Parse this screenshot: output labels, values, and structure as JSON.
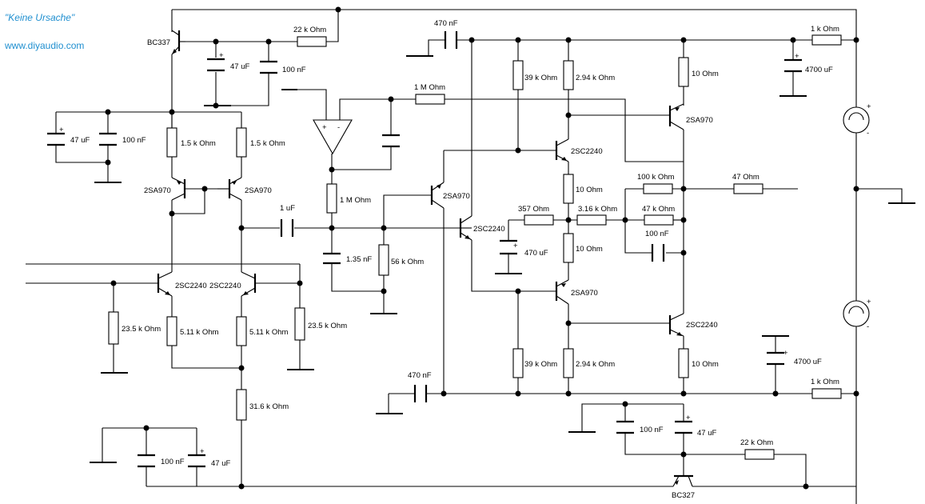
{
  "header": {
    "title": "\"Keine Ursache\"",
    "url": "www.diyaudio.com"
  },
  "labels": {
    "q_bc337": "BC337",
    "r_22k_top": "22 k Ohm",
    "c_47uf_top": "47 uF",
    "c_100nf_top": "100 nF",
    "c_47uf_left": "47 uF",
    "c_100nf_left": "100 nF",
    "r_1k5_a": "1.5 k Ohm",
    "r_1k5_b": "1.5 k Ohm",
    "q_2sa970_a": "2SA970",
    "q_2sa970_b": "2SA970",
    "c_1uf": "1 uF",
    "q_2sc2240_a": "2SC2240",
    "q_2sc2240_b": "2SC2240",
    "r_23k5_a": "23.5 k Ohm",
    "r_5k11_a": "5.11 k Ohm",
    "r_5k11_b": "5.11 k Ohm",
    "r_23k5_b": "23.5 k Ohm",
    "r_31k6": "31.6 k Ohm",
    "c_100nf_bl": "100 nF",
    "c_47uf_bl": "47 uF",
    "r_1m_fb": "1 M Ohm",
    "r_1m_v": "1 M Ohm",
    "c_1n35": "1.35 nF",
    "r_56k": "56 k Ohm",
    "q_2sa970_c": "2SA970",
    "q_2sc2240_c": "2SC2240",
    "c_470nf_top": "470 nF",
    "c_470nf_bot": "470 nF",
    "r_39k_top": "39 k Ohm",
    "r_2k94_top": "2.94 k Ohm",
    "q_2sc2240_d": "2SC2240",
    "r_10_a": "10  Ohm",
    "r_357": "357  Ohm",
    "c_470uf": "470 uF",
    "r_3k16": "3.16 k Ohm",
    "r_10_b": "10  Ohm",
    "q_2sa970_d": "2SA970",
    "r_39k_bot": "39 k Ohm",
    "r_2k94_bot": "2.94 k Ohm",
    "r_10_top": "10  Ohm",
    "q_2sa970_out": "2SA970",
    "r_100k": "100 k Ohm",
    "r_47": "47  Ohm",
    "r_47k": "47 k Ohm",
    "c_100nf_fb": "100 nF",
    "q_2sc2240_out": "2SC2240",
    "r_10_bot": "10  Ohm",
    "r_1k_top": "1 k Ohm",
    "c_4700_top": "4700 uF",
    "c_4700_bot": "4700 uF",
    "r_1k_bot": "1 k Ohm",
    "c_100nf_br": "100 nF",
    "c_47uf_br": "47 uF",
    "r_22k_bot": "22 k Ohm",
    "q_bc327": "BC327",
    "opamp_plus": "+",
    "opamp_minus": "-",
    "plus": "+",
    "minus": "-"
  }
}
